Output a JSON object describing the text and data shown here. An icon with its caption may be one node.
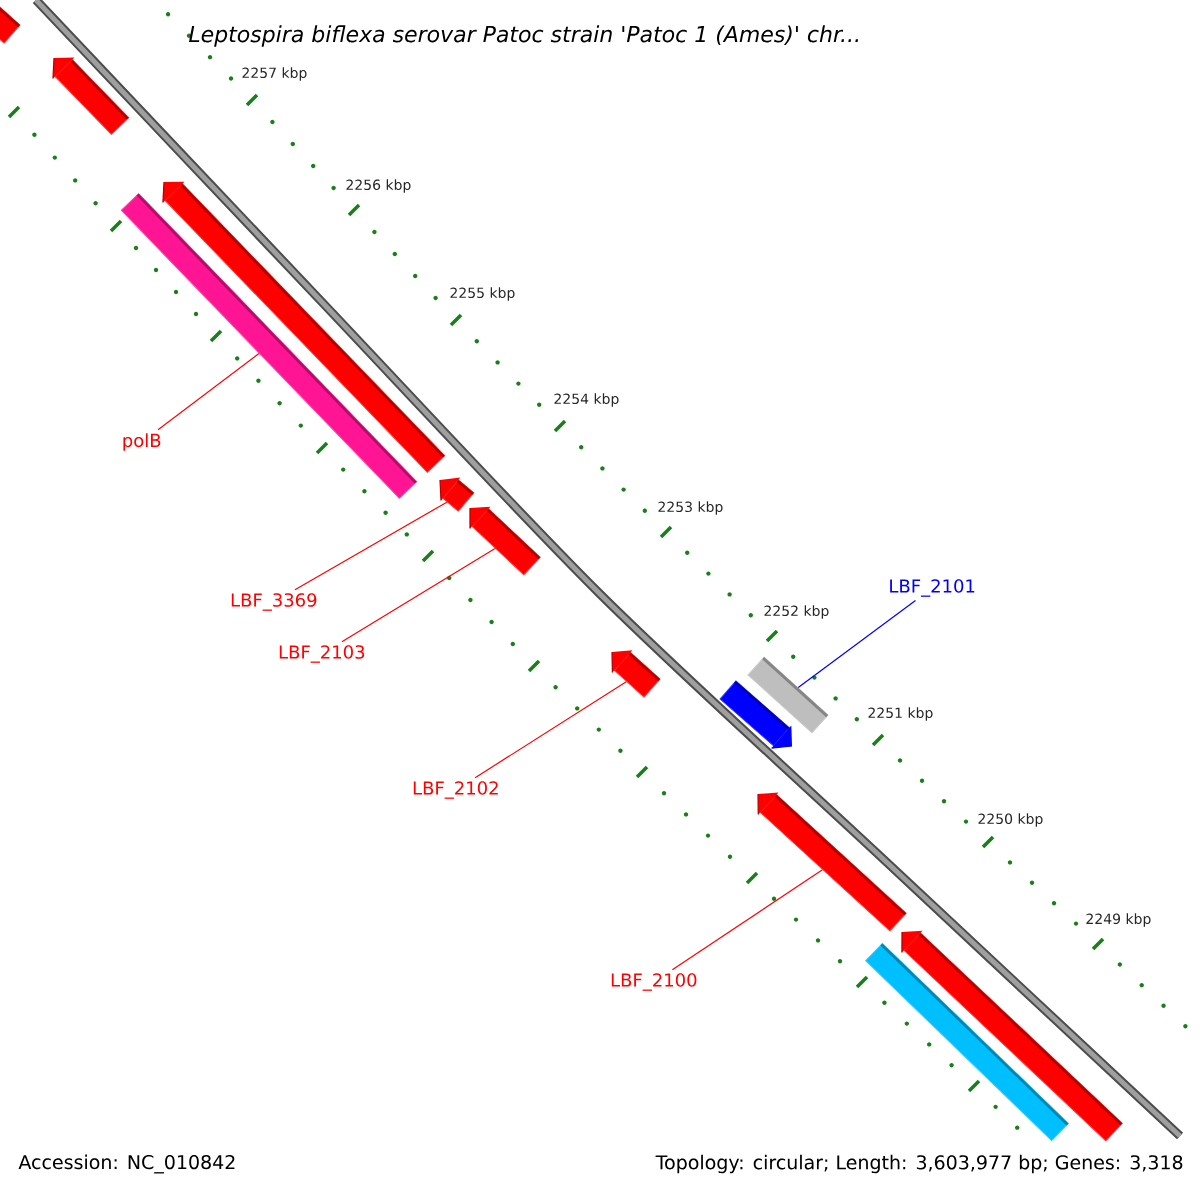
{
  "diagram": {
    "title": "Leptospira biflexa serovar Patoc strain 'Patoc 1 (Ames)' chr...",
    "nodes": [
      {
        "text": [
          "polB"
        ]
      },
      {
        "text": [
          "LBF_2101"
        ]
      },
      {
        "text": [
          "LBF_3369"
        ]
      },
      {
        "text": [
          "LBF_2103"
        ]
      },
      {
        "text": [
          "LBF_2102"
        ]
      },
      {
        "text": [
          "LBF_2100"
        ]
      },
      {
        "text": [],
        "shape": "bar"
      },
      {
        "text": [],
        "shape": "bar"
      },
      {
        "text": [],
        "shape": "bar"
      },
      {
        "text": [],
        "shape": "bar"
      },
      {
        "text": [],
        "shape": "bar"
      },
      {
        "text": [],
        "shape": "bar"
      },
      {
        "text": [],
        "shape": "bar"
      },
      {
        "text": [],
        "shape": "bar"
      },
      {
        "text": [],
        "shape": "bar"
      },
      {
        "text": [],
        "shape": "bar"
      },
      {
        "text": [],
        "shape": "bar"
      },
      {
        "text": [],
        "shape": "bar"
      }
    ],
    "edges": [
      {
        "from": 0,
        "to": 9,
        "arrow": "none"
      },
      {
        "from": 1,
        "to": 13,
        "arrow": "none",
        "color": "#0000ff"
      },
      {
        "from": 2,
        "to": 10,
        "arrow": "none"
      },
      {
        "from": 3,
        "to": 11,
        "arrow": "none"
      },
      {
        "from": 4,
        "to": 12,
        "arrow": "none"
      },
      {
        "from": 5,
        "to": 15,
        "arrow": "none"
      }
    ],
    "labels": [
      "2257 kbp",
      "2256 kbp",
      "2255 kbp",
      "2254 kbp",
      "2253 kbp",
      "2252 kbp",
      "2251 kbp",
      "2250 kbp",
      "2249 kbp",
      "Accession: NC_010842",
      "Topology: circular; Length: 3,603,977 bp; Genes: 3,318"
    ]
  }
}
